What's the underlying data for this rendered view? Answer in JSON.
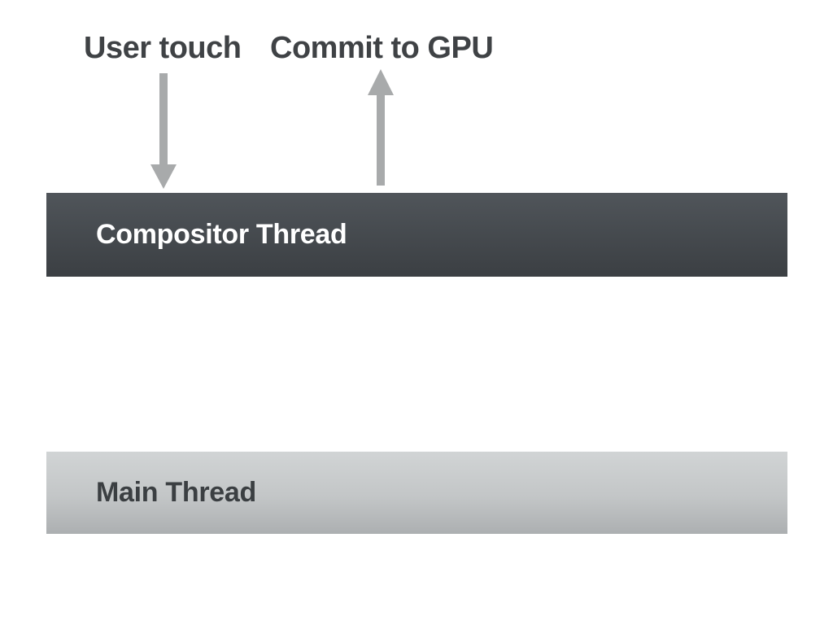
{
  "diagram": {
    "annotations": {
      "user_touch": "User touch",
      "commit_to_gpu": "Commit to GPU"
    },
    "arrows": [
      {
        "icon": "arrow-down-icon",
        "direction": "down",
        "meaning": "User touch enters Compositor Thread"
      },
      {
        "icon": "arrow-up-icon",
        "direction": "up",
        "meaning": "Commit to GPU leaves Compositor Thread"
      }
    ],
    "bars": {
      "compositor": {
        "label": "Compositor Thread"
      },
      "main": {
        "label": "Main Thread"
      }
    }
  },
  "colors": {
    "background": "#ffffff",
    "annotation_text": "#3f4245",
    "arrow": "#a8aaab",
    "compositor_bar_top": "#50555a",
    "compositor_bar_bottom": "#3b3f43",
    "compositor_text": "#ffffff",
    "main_bar_top": "#d1d4d5",
    "main_bar_mid": "#c3c6c7",
    "main_bar_bottom": "#acafb1",
    "main_text": "#3b3f42"
  }
}
